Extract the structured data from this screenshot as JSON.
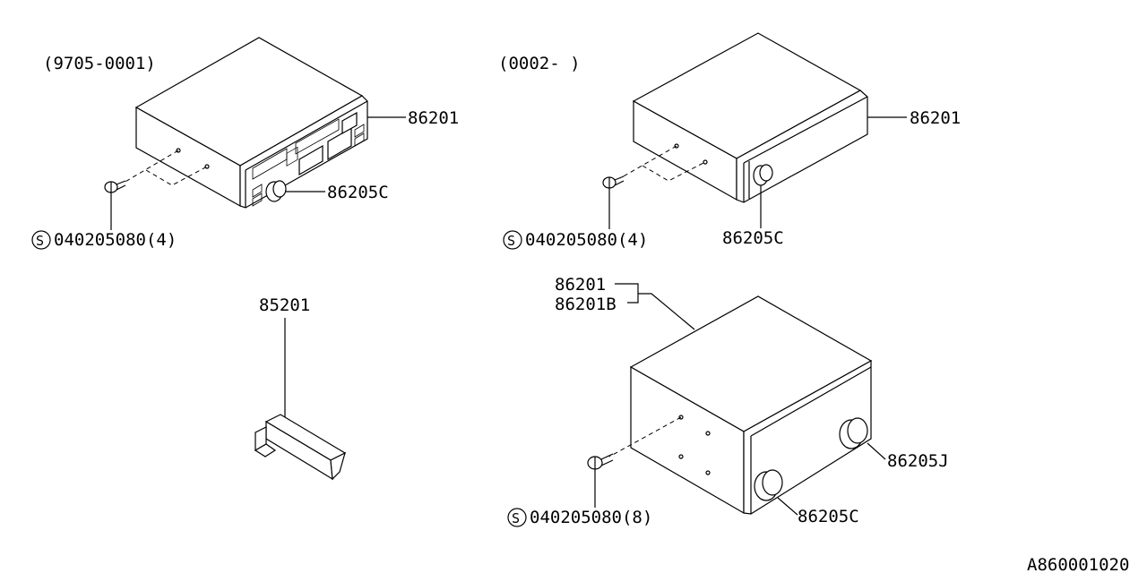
{
  "diagram_id": "A860001020",
  "panels": [
    {
      "date_range": "(9705-0001)",
      "radio_part": "86201",
      "knob_part": "86205C",
      "screw_part": "040205080(4)",
      "screw_symbol": "S"
    },
    {
      "date_range": "(0002-     )",
      "radio_part": "86201",
      "knob_part": "86205C",
      "screw_part": "040205080(4)",
      "screw_symbol": "S"
    },
    {
      "radio_part": "86201",
      "radio_part_alt": "86201B",
      "knob_part": "86205C",
      "knob_part_right": "86205J",
      "screw_part": "040205080(8)",
      "screw_symbol": "S"
    }
  ],
  "cassette": {
    "part": "85201"
  }
}
